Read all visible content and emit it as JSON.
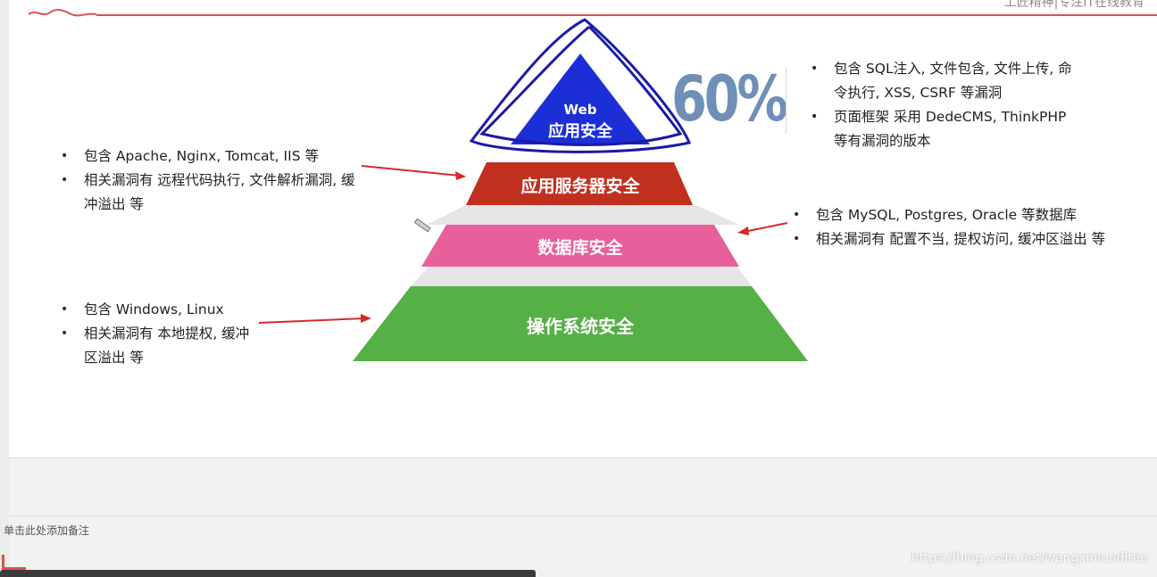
{
  "header": {
    "brand": "工匠精神|专注IT在线教育"
  },
  "pyramid": {
    "tiers": [
      {
        "line1": "Web",
        "line2": "应用安全",
        "color": "#1c2fd6"
      },
      {
        "label": "应用服务器安全",
        "color": "#c0301f"
      },
      {
        "label": "数据库安全",
        "color": "#e8609b"
      },
      {
        "label": "操作系统安全",
        "color": "#55b046"
      }
    ]
  },
  "stat": {
    "value": "60%",
    "color": "#6f8fb8"
  },
  "annotations": {
    "web": [
      "包含 SQL注入, 文件包含, 文件上传, 命令执行, XSS, CSRF 等漏洞",
      "页面框架 采用 DedeCMS, ThinkPHP 等有漏洞的版本"
    ],
    "app_server": [
      "包含 Apache, Nginx, Tomcat, IIS 等",
      "相关漏洞有 远程代码执行, 文件解析漏洞, 缓冲溢出 等"
    ],
    "database": [
      "包含 MySQL, Postgres, Oracle 等数据库",
      "相关漏洞有 配置不当, 提权访问, 缓冲区溢出 等"
    ],
    "os": [
      "包含 Windows, Linux",
      "相关漏洞有 本地提权, 缓冲区溢出 等"
    ]
  },
  "notes": {
    "placeholder": "单击此处添加备注"
  },
  "watermark": "https://blog.csdn.net/wangxinluoditao",
  "icons": {
    "cursor": "pen-cursor-icon",
    "arrow": "red-arrow-icon"
  }
}
